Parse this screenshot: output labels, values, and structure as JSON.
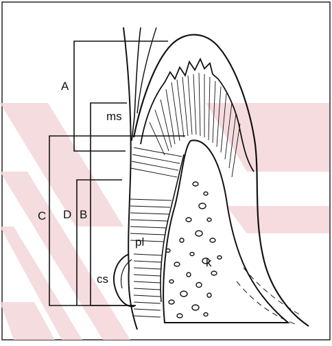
{
  "figure": {
    "labels": {
      "A": "A",
      "B": "B",
      "C": "C",
      "D": "D",
      "ms": "ms",
      "pl": "pl",
      "cs": "cs",
      "k": "k"
    },
    "colors": {
      "ink": "#111111",
      "watermark": "#f4d6d9",
      "paper": "#ffffff"
    }
  }
}
